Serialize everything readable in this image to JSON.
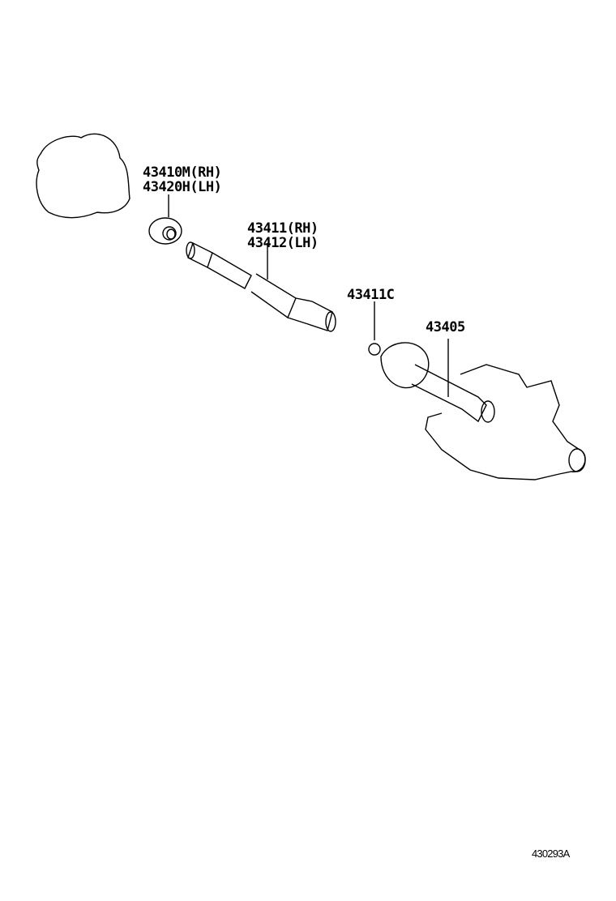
{
  "labels": {
    "seal": [
      "43410M(RH)",
      "43420H(LH)"
    ],
    "shaft": [
      "43411(RH)",
      "43412(LH)"
    ],
    "snap_ring": "43411C",
    "inboard_joint": "43405"
  },
  "diagram_code": "430293A"
}
